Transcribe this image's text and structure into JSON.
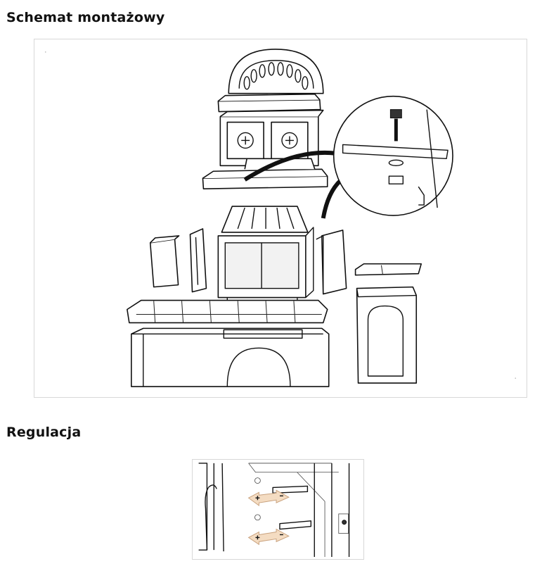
{
  "sections": {
    "assembly_title": "Schemat montażowy",
    "adjustment_title": "Regulacja"
  },
  "figures": {
    "assembly": {
      "icon": "fireplace-assembly-diagram"
    },
    "adjustment": {
      "icon": "fireplace-adjustment-diagram"
    }
  }
}
